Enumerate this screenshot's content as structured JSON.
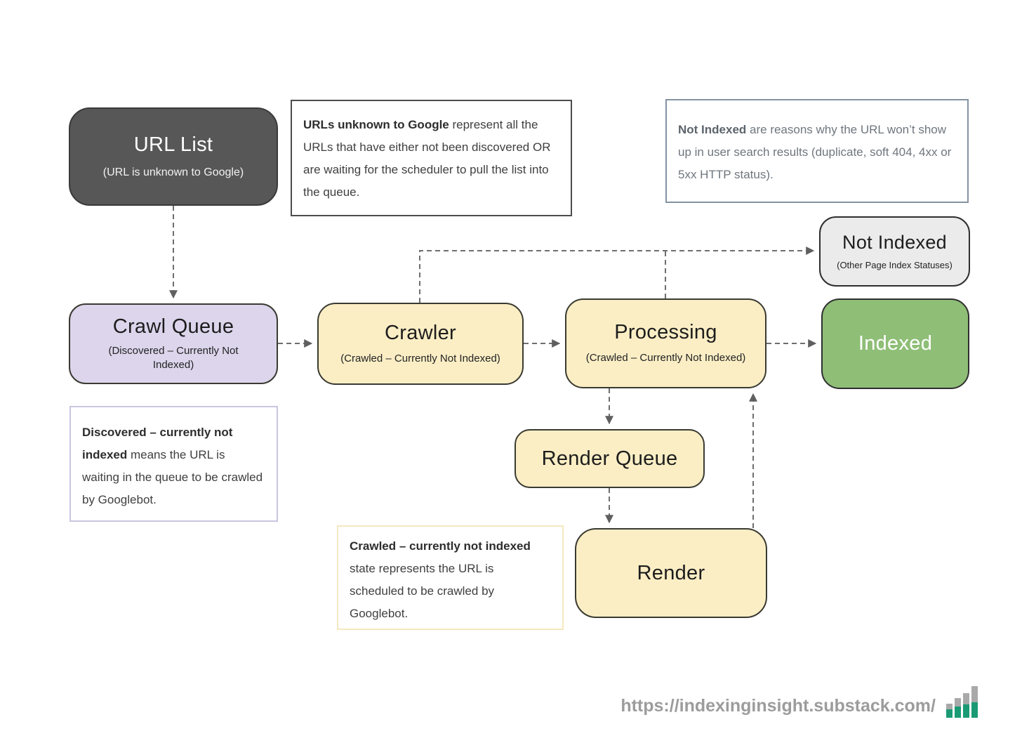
{
  "nodes": {
    "url_list": {
      "title": "URL List",
      "subtitle": "(URL is unknown to Google)"
    },
    "not_indexed": {
      "title": "Not Indexed",
      "subtitle": "(Other Page Index Statuses)"
    },
    "crawl_queue": {
      "title": "Crawl Queue",
      "subtitle": "(Discovered – Currently Not Indexed)"
    },
    "crawler": {
      "title": "Crawler",
      "subtitle": "(Crawled – Currently Not Indexed)"
    },
    "processing": {
      "title": "Processing",
      "subtitle": "(Crawled – Currently Not Indexed)"
    },
    "indexed": {
      "title": "Indexed"
    },
    "render_queue": {
      "title": "Render Queue"
    },
    "render": {
      "title": "Render"
    }
  },
  "notes": {
    "urls_unknown": {
      "lead": "URLs unknown to Google",
      "body": " represent all the URLs that have either not been discovered OR are waiting for the scheduler to pull the list into the queue."
    },
    "not_indexed": {
      "lead": "Not Indexed",
      "body": " are reasons why the URL won’t show up in user search results (duplicate, soft 404, 4xx or 5xx HTTP status)."
    },
    "discovered": {
      "lead": "Discovered – currently not indexed",
      "body": " means the URL is waiting in the queue to be crawled by Googlebot."
    },
    "crawled": {
      "lead": "Crawled – currently not indexed",
      "body": " state represents the URL is scheduled to be crawled by Googlebot."
    }
  },
  "footer": {
    "url": "https://indexinginsight.substack.com/",
    "logo_icon": "bar-chart-icon"
  },
  "colors": {
    "node_dark": "#575757",
    "node_yellow": "#FBEEC5",
    "node_green": "#8FBE77",
    "node_lavender": "#DCD5EC",
    "node_gray": "#EBEBEB",
    "note_border_dark": "#4C4C4C",
    "note_border_slate": "#8494A3",
    "note_border_lavender": "#CBC4DF",
    "note_border_yellow": "#F5E8C0",
    "arrow": "#6E6E6E",
    "footer_text": "#9C9C9C",
    "logo_green": "#1A9A75",
    "logo_gray": "#A9A9A9"
  }
}
